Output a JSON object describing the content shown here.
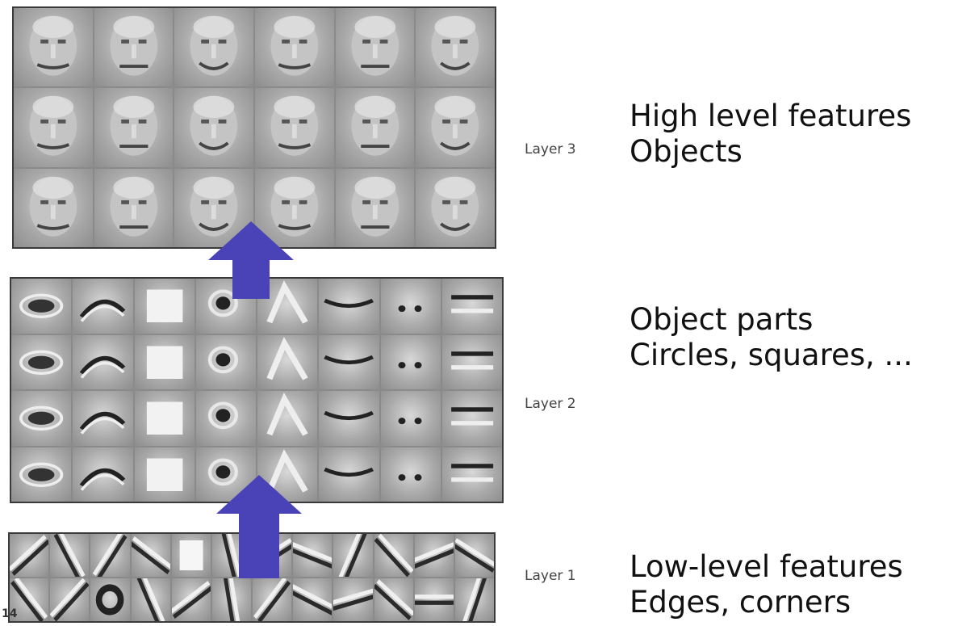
{
  "layers": [
    {
      "id": "layer3",
      "label": "Layer 3",
      "title": "High level features",
      "subtitle": "Objects",
      "grid": {
        "rows": 3,
        "cols": 6
      },
      "filter_kind": "face"
    },
    {
      "id": "layer2",
      "label": "Layer 2",
      "title": "Object parts",
      "subtitle": "Circles, squares, ...",
      "grid": {
        "rows": 4,
        "cols": 8
      },
      "filter_kind": "part"
    },
    {
      "id": "layer1",
      "label": "Layer 1",
      "title": "Low-level features",
      "subtitle": "Edges, corners",
      "grid": {
        "rows": 2,
        "cols": 12
      },
      "filter_kind": "edge"
    }
  ],
  "arrow_color": "#4a43b8",
  "corner_number": "14",
  "icons": [
    "up-arrow-icon",
    "up-arrow-icon"
  ]
}
